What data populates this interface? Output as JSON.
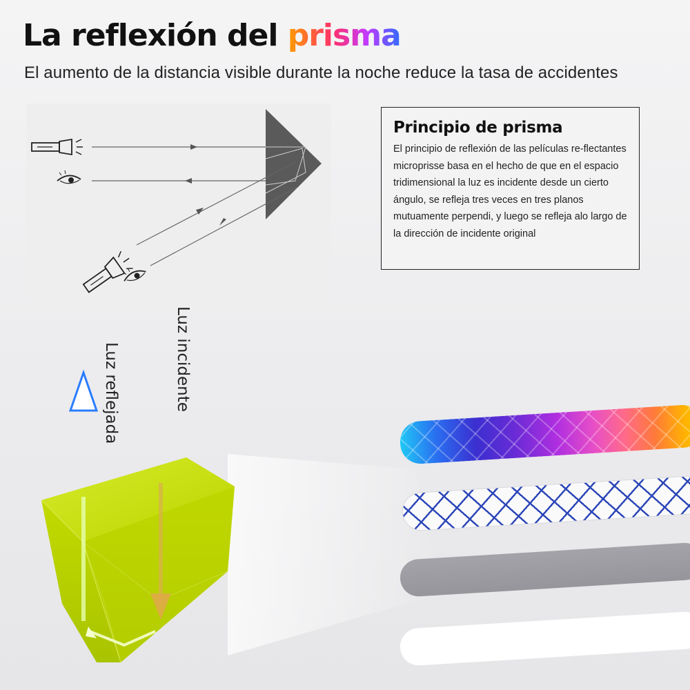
{
  "header": {
    "title_main": "La reflexión del ",
    "title_accent": "prisma",
    "subtitle": "El aumento de la distancia visible durante la noche reduce la tasa de accidentes"
  },
  "principle": {
    "title": "Principio de prisma",
    "body": "El principio de reflexión de las películas re-flectantes microprisse basa en el hecho de que en el espacio tridimensional la luz es incidente desde un cierto ángulo, se refleja tres veces en tres planos mutuamente perpendi, y luego se refleja alo largo de la dirección de incidente original"
  },
  "prism_labels": {
    "reflected": "Luz reflejada",
    "incident": "Luz incidente"
  },
  "icons": {
    "flashlight": "flashlight-icon",
    "eye": "eye-icon"
  },
  "colors": {
    "prism_green": "#c8e000",
    "incident_arrow": "#ff2a1a",
    "reflected_arrow": "#2f8dff",
    "title_gradient": [
      "#ff9d00",
      "#ff2f6a",
      "#c23bff",
      "#2f6bff"
    ],
    "diagram_prism": "#5a5a5a"
  },
  "strips": [
    "rainbow",
    "blue-lattice",
    "silver-gray",
    "white"
  ]
}
